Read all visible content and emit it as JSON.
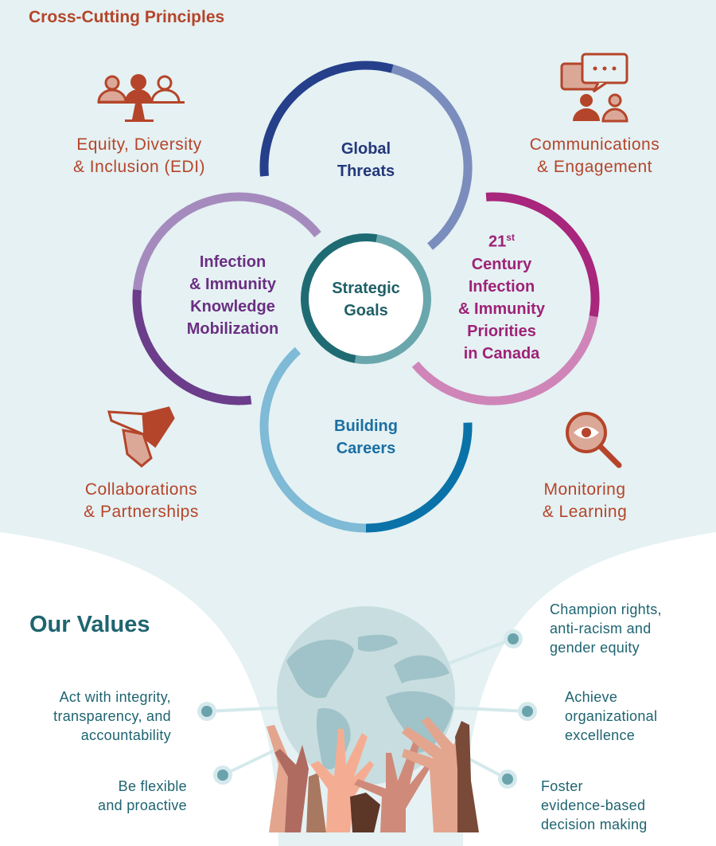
{
  "header": {
    "title": "Cross-Cutting Principles"
  },
  "principles": [
    {
      "line1": "Equity, Diversity",
      "line2": "& Inclusion (EDI)",
      "icon": "equity-scale-people-icon"
    },
    {
      "line1": "Communications",
      "line2": "& Engagement",
      "icon": "chat-people-icon"
    },
    {
      "line1": "Collaborations",
      "line2": "& Partnerships",
      "icon": "joined-hands-icon"
    },
    {
      "line1": "Monitoring",
      "line2": "& Learning",
      "icon": "magnifier-eye-icon"
    }
  ],
  "goals": {
    "center": {
      "line1": "Strategic",
      "line2": "Goals"
    },
    "global": {
      "line1": "Global",
      "line2": "Threats"
    },
    "knowledge": {
      "line1": "Infection",
      "line2": "& Immunity",
      "line3": "Knowledge",
      "line4": "Mobilization"
    },
    "century": {
      "num": "21",
      "sup": "st",
      "line1": "Century",
      "line2": "Infection",
      "line3": "& Immunity",
      "line4": "Priorities",
      "line5": "in Canada"
    },
    "careers": {
      "line1": "Building",
      "line2": "Careers"
    }
  },
  "values": {
    "title": "Our Values",
    "items": [
      {
        "line1": "Champion rights,",
        "line2": "anti-racism and",
        "line3": "gender equity"
      },
      {
        "line1": "Achieve",
        "line2": "organizational",
        "line3": "excellence"
      },
      {
        "line1": "Foster",
        "line2": "evidence-based",
        "line3": "decision making"
      },
      {
        "line1": "Act with integrity,",
        "line2": "transparency, and",
        "line3": "accountability"
      },
      {
        "line1": "Be flexible",
        "line2": "and proactive"
      }
    ]
  },
  "colors": {
    "accent_orange": "#b5452a",
    "global": "#23387a",
    "knowledge": "#6a2f82",
    "century": "#9e2277",
    "careers": "#1a6fa3",
    "values": "#1e6470",
    "background": "#e5f1f3"
  }
}
